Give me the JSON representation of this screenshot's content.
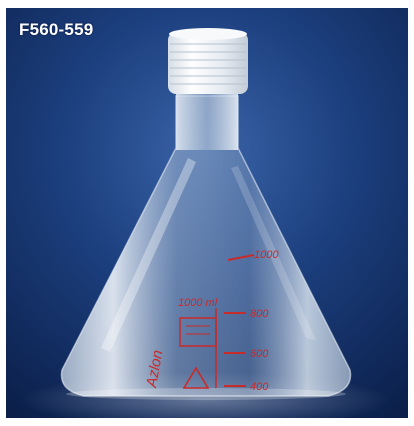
{
  "photo": {
    "product_code": "F560-559",
    "flask_markings": {
      "volume_label": "1000 ml",
      "upper_mark": "1000",
      "graduations": [
        "800",
        "600",
        "400"
      ],
      "brand": "Azlon"
    },
    "colors": {
      "background": "#1c3f7e",
      "background_dark": "#0b1f4a",
      "marking_red": "#c92a2a",
      "cap": "#eef2f5"
    }
  }
}
